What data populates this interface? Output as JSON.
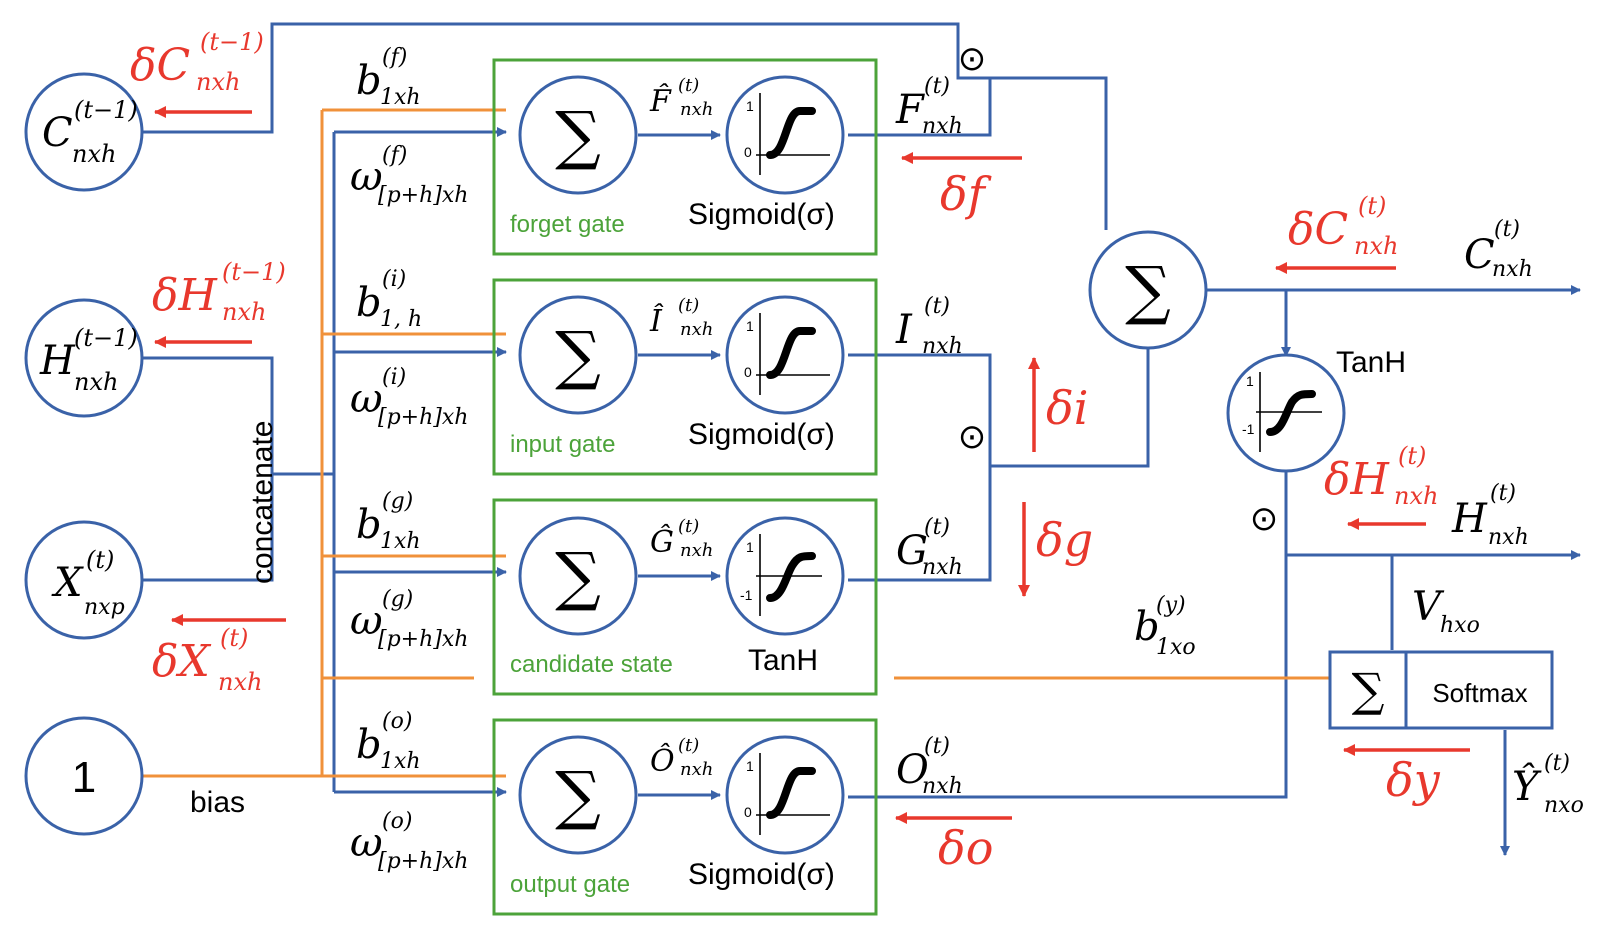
{
  "inputs": {
    "c_prev": {
      "base": "C",
      "sup": "(t−1)",
      "sub": "nxh"
    },
    "h_prev": {
      "base": "H",
      "sup": "(t−1)",
      "sub": "nxh"
    },
    "x": {
      "base": "X",
      "sup": "(t)",
      "sub": "nxp"
    },
    "one": "1",
    "concatenate": "concatenate",
    "bias": "bias"
  },
  "gates": [
    {
      "caption": "forget gate",
      "activation": "Sigmoid(σ)",
      "pre": {
        "base": "F̂",
        "sup": "(t)",
        "sub": "nxh"
      },
      "out": {
        "base": "F",
        "sup": "(t)",
        "sub": "nxh"
      },
      "bias": {
        "base": "b",
        "sup": "(f)",
        "sub": "1xh"
      },
      "weight": {
        "base": "ω",
        "sup": "(f)",
        "sub": "[p+h]xh"
      },
      "axis": [
        "1",
        "0"
      ]
    },
    {
      "caption": "input gate",
      "activation": "Sigmoid(σ)",
      "pre": {
        "base": "Î",
        "sup": "(t)",
        "sub": "nxh"
      },
      "out": {
        "base": "I",
        "sup": "(t)",
        "sub": "nxh"
      },
      "bias": {
        "base": "b",
        "sup": "(i)",
        "sub": "1, h"
      },
      "weight": {
        "base": "ω",
        "sup": "(i)",
        "sub": "[p+h]xh"
      },
      "axis": [
        "1",
        "0"
      ]
    },
    {
      "caption": "candidate state",
      "activation": "TanH",
      "pre": {
        "base": "Ĝ",
        "sup": "(t)",
        "sub": "nxh"
      },
      "out": {
        "base": "G",
        "sup": "(t)",
        "sub": "nxh"
      },
      "bias": {
        "base": "b",
        "sup": "(g)",
        "sub": "1xh"
      },
      "weight": {
        "base": "ω",
        "sup": "(g)",
        "sub": "[p+h]xh"
      },
      "axis": [
        "1",
        "-1"
      ]
    },
    {
      "caption": "output gate",
      "activation": "Sigmoid(σ)",
      "pre": {
        "base": "Ô",
        "sup": "(t)",
        "sub": "nxh"
      },
      "out": {
        "base": "O",
        "sup": "(t)",
        "sub": "nxh"
      },
      "bias": {
        "base": "b",
        "sup": "(o)",
        "sub": "1xh"
      },
      "weight": {
        "base": "ω",
        "sup": "(o)",
        "sub": "[p+h]xh"
      },
      "axis": [
        "1",
        "0"
      ]
    }
  ],
  "symbols": {
    "sum": "∑",
    "odot": "⊙"
  },
  "gradients": {
    "dC_prev": {
      "base": "δC",
      "sup": "(t−1)",
      "sub": "nxh"
    },
    "dH_prev": {
      "base": "δH",
      "sup": "(t−1)",
      "sub": "nxh"
    },
    "dX": {
      "base": "δX",
      "sup": "(t)",
      "sub": "nxh"
    },
    "df": "δf",
    "di": "δi",
    "dg": "δg",
    "do": "δo",
    "dC": {
      "base": "δC",
      "sup": "(t)",
      "sub": "nxh"
    },
    "dH": {
      "base": "δH",
      "sup": "(t)",
      "sub": "nxh"
    },
    "dy": "δy"
  },
  "outputs": {
    "c": {
      "base": "C",
      "sup": "(t)",
      "sub": "nxh"
    },
    "h": {
      "base": "H",
      "sup": "(t)",
      "sub": "nxh"
    },
    "y": {
      "base": "Ŷ",
      "sup": "(t)",
      "sub": "nxo"
    },
    "v": {
      "base": "V",
      "sub": "hxo"
    },
    "by": {
      "base": "b",
      "sup": "(y)",
      "sub": "1xo"
    },
    "tanh_label": "TanH",
    "tanh_axis": [
      "1",
      "-1"
    ],
    "softmax": "Softmax"
  },
  "colors": {
    "blue": "#3a62a8",
    "orange": "#f0913a",
    "red": "#e8382d",
    "green": "#4ca33a"
  }
}
